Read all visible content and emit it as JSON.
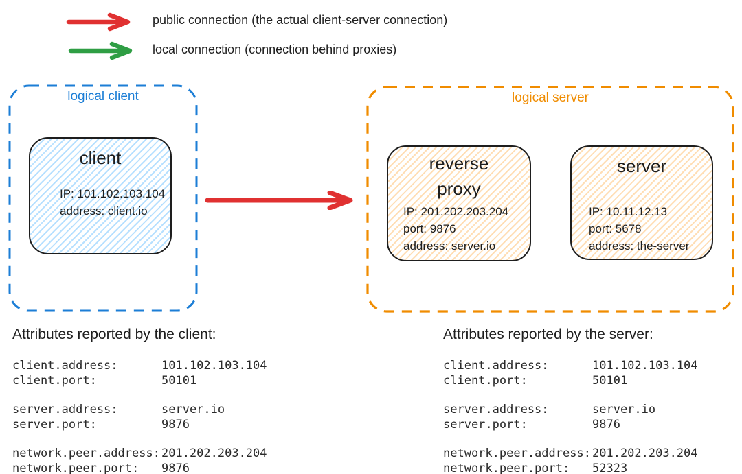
{
  "page": {
    "background": "#ffffff",
    "text_color": "#1e1e1e"
  },
  "legend": {
    "items": [
      {
        "label": "public connection (the actual client-server connection)",
        "arrow_color": "#e03131"
      },
      {
        "label": "local connection (connection behind proxies)",
        "arrow_color": "#2f9e44"
      }
    ]
  },
  "diagram": {
    "logical_client": {
      "label": "logical client",
      "border_color": "#1c7ed6",
      "client_node": {
        "title": "client",
        "fill_color": "#a5d8ff",
        "lines": [
          "IP: 101.102.103.104",
          "address: client.io"
        ]
      }
    },
    "connection": {
      "arrow_color": "#e03131"
    },
    "logical_server": {
      "label": "logical server",
      "border_color": "#f08c00",
      "reverse_proxy_node": {
        "title": "reverse proxy",
        "fill_color": "#ffd8a8",
        "lines": [
          "IP: 201.202.203.204",
          "port: 9876",
          "address: server.io"
        ]
      },
      "server_node": {
        "title": "server",
        "fill_color": "#ffd8a8",
        "lines": [
          "IP: 10.11.12.13",
          "port: 5678",
          "address: the-server"
        ]
      }
    }
  },
  "client_attributes": {
    "title": "Attributes reported by the client:",
    "rows": [
      {
        "key": "client.address:",
        "value": "101.102.103.104"
      },
      {
        "key": "client.port:",
        "value": "50101"
      },
      {
        "key": "server.address:",
        "value": "server.io"
      },
      {
        "key": "server.port:",
        "value": "9876"
      },
      {
        "key": "network.peer.address:",
        "value": "201.202.203.204"
      },
      {
        "key": "network.peer.port:",
        "value": "9876"
      }
    ]
  },
  "server_attributes": {
    "title": "Attributes reported by the server:",
    "rows": [
      {
        "key": "client.address:",
        "value": "101.102.103.104"
      },
      {
        "key": "client.port:",
        "value": "50101"
      },
      {
        "key": "server.address:",
        "value": "server.io"
      },
      {
        "key": "server.port:",
        "value": "9876"
      },
      {
        "key": "network.peer.address:",
        "value": "201.202.203.204"
      },
      {
        "key": "network.peer.port:",
        "value": "52323"
      }
    ]
  }
}
